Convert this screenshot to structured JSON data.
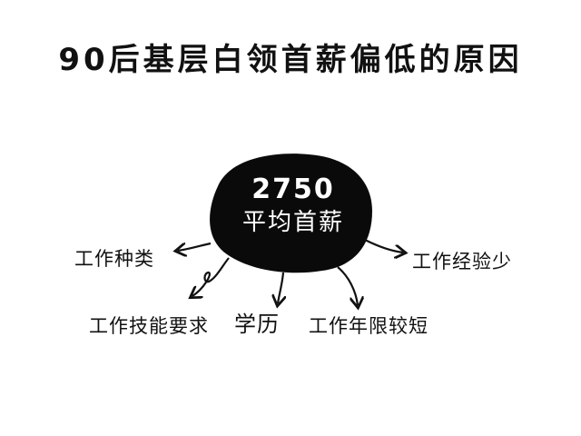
{
  "title": "90后基层白领首薪偏低的原因",
  "center": {
    "value": "2750",
    "label": "平均首薪"
  },
  "reasons": [
    "工作种类",
    "工作经验少",
    "工作技能要求",
    "学历",
    "工作年限较短"
  ],
  "colors": {
    "blob": "#0a0a0a",
    "ink": "#111111",
    "background": "#ffffff"
  }
}
